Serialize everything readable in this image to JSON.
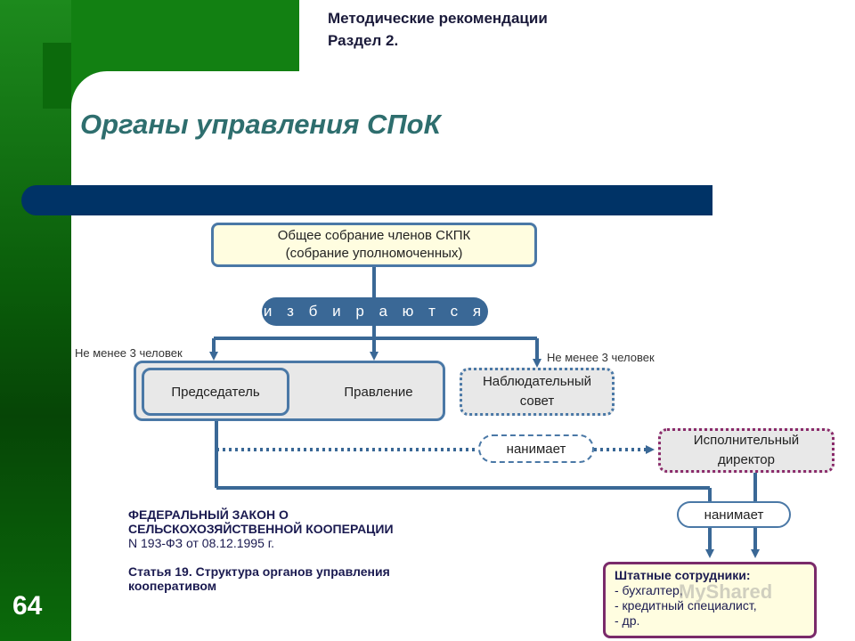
{
  "header": {
    "line1": "Методические рекомендации",
    "line2": "Раздел 2."
  },
  "title": "Органы управления СПоК",
  "page_number": "64",
  "diagram": {
    "assembly_line1": "Общее собрание членов СКПК",
    "assembly_line2": "(собрание уполномоченных)",
    "elected": "и з б и р а ю т с я",
    "note_left": "Не менее 3 человек",
    "note_right": "Не менее 3 человек",
    "chair": "Председатель",
    "board": "Правление",
    "council_line1": "Наблюдательный",
    "council_line2": "совет",
    "hires_1": "нанимает",
    "director_line1": "Исполнительный",
    "director_line2": "директор",
    "hires_2": "нанимает"
  },
  "staff": {
    "heading": "Штатные сотрудники:",
    "items": [
      "- бухгалтер,",
      "- кредитный специалист,",
      "- др."
    ]
  },
  "law": {
    "line1": "ФЕДЕРАЛЬНЫЙ ЗАКОН О",
    "line2": "СЕЛЬСКОХОЗЯЙСТВЕННОЙ КООПЕРАЦИИ",
    "line3": "N 193-ФЗ  от 08.12.1995 г.",
    "line4": "Статья 19. Структура органов управления",
    "line5": "кооперативом"
  },
  "watermark": "MyShared",
  "colors": {
    "green": "#128012",
    "navy": "#003366",
    "connector": "#3a6896",
    "title": "#2e6e6e"
  }
}
